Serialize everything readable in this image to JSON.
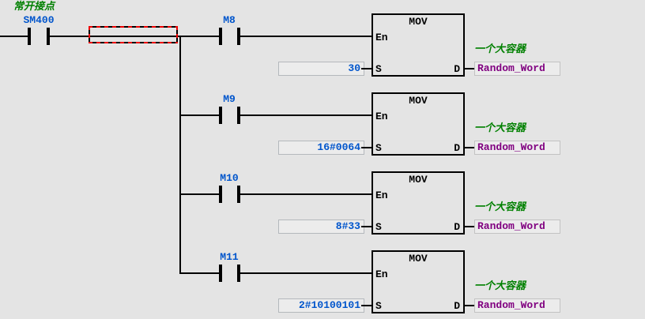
{
  "colors": {
    "background": "#e4e4e4",
    "wire": "#000000",
    "device_text": "#0055cc",
    "comment_text": "#008000",
    "operand_text": "#800080",
    "value_text": "#0055cc",
    "selection_dash_red": "#ee0000",
    "selection_dash_black": "#000000",
    "field_fill": "#ececec",
    "field_border": "#b4b8bc"
  },
  "ladder": {
    "input_contact": {
      "comment": "常开接点",
      "device": "SM400"
    },
    "block_title": "MOV",
    "pins": {
      "en": "En",
      "s": "S",
      "d": "D"
    },
    "rungs": [
      {
        "device": "M8",
        "s_value": "30",
        "d_comment": "一个大容器",
        "d_operand": "Random_Word"
      },
      {
        "device": "M9",
        "s_value": "16#0064",
        "d_comment": "一个大容器",
        "d_operand": "Random_Word"
      },
      {
        "device": "M10",
        "s_value": "8#33",
        "d_comment": "一个大容器",
        "d_operand": "Random_Word"
      },
      {
        "device": "M11",
        "s_value": "2#10100101",
        "d_comment": "一个大容器",
        "d_operand": "Random_Word"
      }
    ]
  }
}
